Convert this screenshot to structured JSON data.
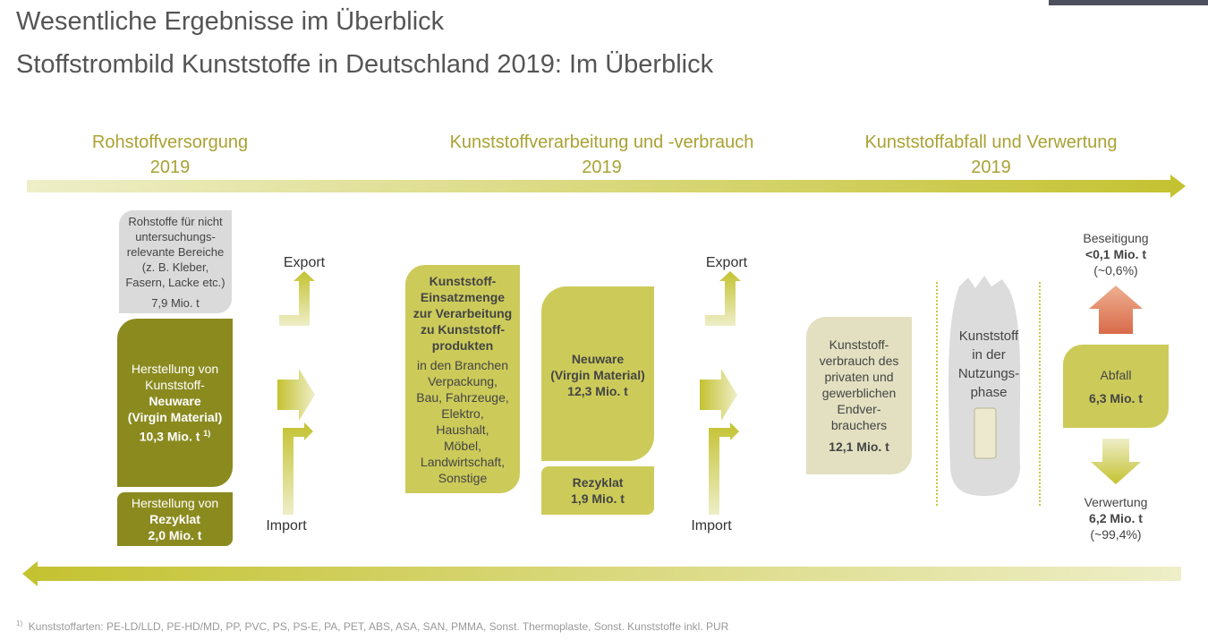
{
  "title_line1": "Wesentliche Ergebnisse im Überblick",
  "title_line2": "Stoffstrombild Kunststoffe in Deutschland 2019: Im Überblick",
  "phases": [
    {
      "label": "Rohstoffversorgung",
      "year": "2019"
    },
    {
      "label": "Kunststoffverarbeitung und -verbrauch",
      "year": "2019"
    },
    {
      "label": "Kunststoffabfall und Verwertung",
      "year": "2019"
    }
  ],
  "raw": {
    "other": {
      "lines": [
        "Rohstoffe für nicht",
        "untersuchungs-",
        "relevante Bereiche",
        "(z. B. Kleber,",
        "Fasern, Lacke etc.)"
      ],
      "value": "7,9 Mio. t"
    },
    "virgin": {
      "l1": "Herstellung von",
      "l2": "Kunststoff-",
      "l3": "Neuware",
      "l4": "(Virgin Material)",
      "value": "10,3 Mio. t",
      "footnote": "1)"
    },
    "recyclate": {
      "l1": "Herstellung von",
      "l2": "Rezyklat",
      "value": "2,0 Mio. t"
    }
  },
  "export_label": "Export",
  "import_label": "Import",
  "processing": {
    "title": [
      "Kunststoff-",
      "Einsatzmenge",
      "zur Verarbeitung",
      "zu Kunststoff-",
      "produkten"
    ],
    "branches": [
      "in den Branchen",
      "Verpackung,",
      "Bau, Fahrzeuge,",
      "Elektro,",
      "Haushalt,",
      "Möbel,",
      "Landwirtschaft,",
      "Sonstige"
    ],
    "virgin": {
      "l1": "Neuware",
      "l2": "(Virgin Material)",
      "value": "12,3 Mio. t"
    },
    "recyclate": {
      "l1": "Rezyklat",
      "value": "1,9 Mio. t"
    }
  },
  "consumption": {
    "lines": [
      "Kunststoff-",
      "verbrauch des",
      "privaten und",
      "gewerblichen",
      "Endver-",
      "brauchers"
    ],
    "value": "12,1 Mio. t"
  },
  "usage": {
    "lines": [
      "Kunststoff",
      "in der",
      "Nutzungs-",
      "phase"
    ]
  },
  "waste": {
    "label": "Abfall",
    "value": "6,3 Mio. t"
  },
  "disposal": {
    "label": "Beseitigung",
    "value": "<0,1 Mio. t",
    "share": "(~0,6%)"
  },
  "recovery": {
    "label": "Verwertung",
    "value": "6,2 Mio. t",
    "share": "(~99,4%)"
  },
  "footnote": {
    "mark": "1)",
    "text": "Kunststoffarten: PE-LD/LLD, PE-HD/MD, PP, PVC, PS, PS-E, PA, PET, ABS, ASA, SAN, PMMA, Sonst. Thermoplaste, Sonst. Kunststoffe inkl. PUR"
  },
  "colors": {
    "dark_olive": "#8b8a1f",
    "olive": "#cccb5a",
    "beige": "#e2e0c0",
    "gray": "#dadada",
    "phase_text": "#a9a233",
    "disposal_arrow": "#de8a6a"
  }
}
